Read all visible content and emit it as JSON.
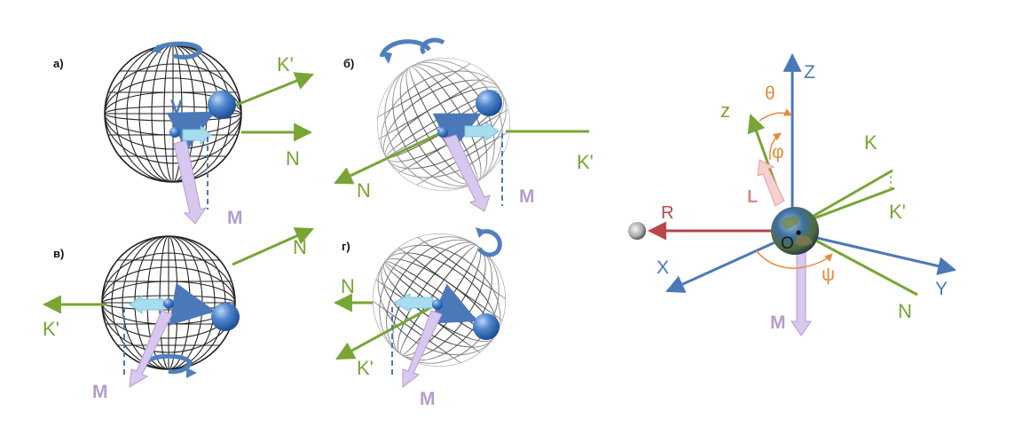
{
  "panels": {
    "a": {
      "label": "а)",
      "k_prime": "K'",
      "n": "N",
      "v": "V",
      "m": "M"
    },
    "b": {
      "label": "б)",
      "n": "N",
      "k_prime": "K'",
      "m": "M"
    },
    "v": {
      "label": "в)",
      "n": "N",
      "k_prime": "K'",
      "m": "M"
    },
    "g": {
      "label": "г)",
      "n": "N",
      "k_prime": "K'",
      "m": "M"
    }
  },
  "axes": {
    "z_upper": "Z",
    "z_lower": "z",
    "theta": "θ",
    "phi": "φ",
    "k": "K",
    "k_prime": "K'",
    "l": "L",
    "r": "R",
    "o": "O",
    "x": "X",
    "y": "Y",
    "psi": "ψ",
    "n": "N",
    "m": "M"
  },
  "colors": {
    "green": "#78a534",
    "blue": "#4b78b8",
    "violet": "#b39cd0",
    "light_blue": "#a8dcef",
    "orange": "#e88a3a",
    "red": "#b74646",
    "pink": "#f1b8b8"
  }
}
